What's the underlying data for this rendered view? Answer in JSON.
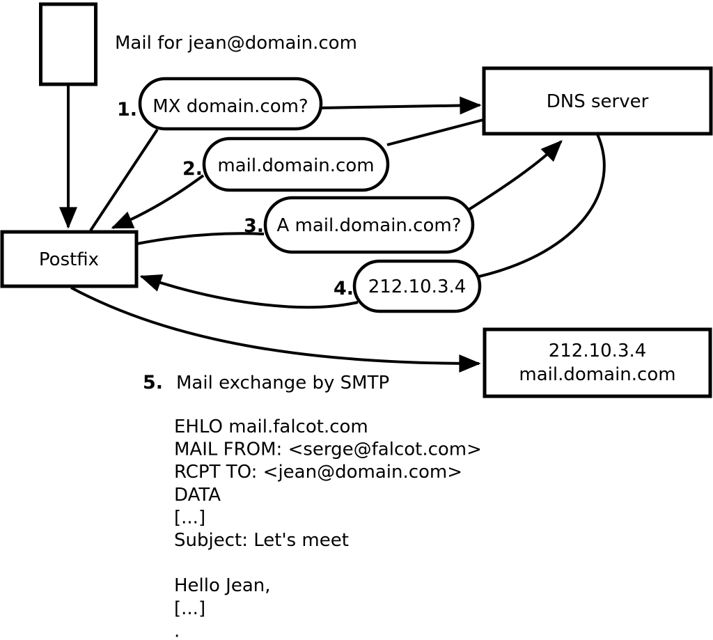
{
  "note": "Mail for jean@domain.com",
  "nodes": {
    "postfix": "Postfix",
    "dns_server": "DNS server",
    "mail_server_line1": "212.10.3.4",
    "mail_server_line2": "mail.domain.com"
  },
  "steps": [
    {
      "num": "1.",
      "label": "MX domain.com?"
    },
    {
      "num": "2.",
      "label": "mail.domain.com"
    },
    {
      "num": "3.",
      "label": "A mail.domain.com?"
    },
    {
      "num": "4.",
      "label": "212.10.3.4"
    },
    {
      "num": "5.",
      "label": "Mail exchange by SMTP"
    }
  ],
  "smtp_session": [
    "EHLO mail.falcot.com",
    "MAIL FROM: <serge@falcot.com>",
    "RCPT TO: <jean@domain.com>",
    "DATA",
    "[...]",
    "Subject: Let's meet",
    "",
    "Hello Jean,",
    "[...]",
    "."
  ],
  "colors": {
    "stroke": "#000000",
    "background": "#ffffff"
  }
}
